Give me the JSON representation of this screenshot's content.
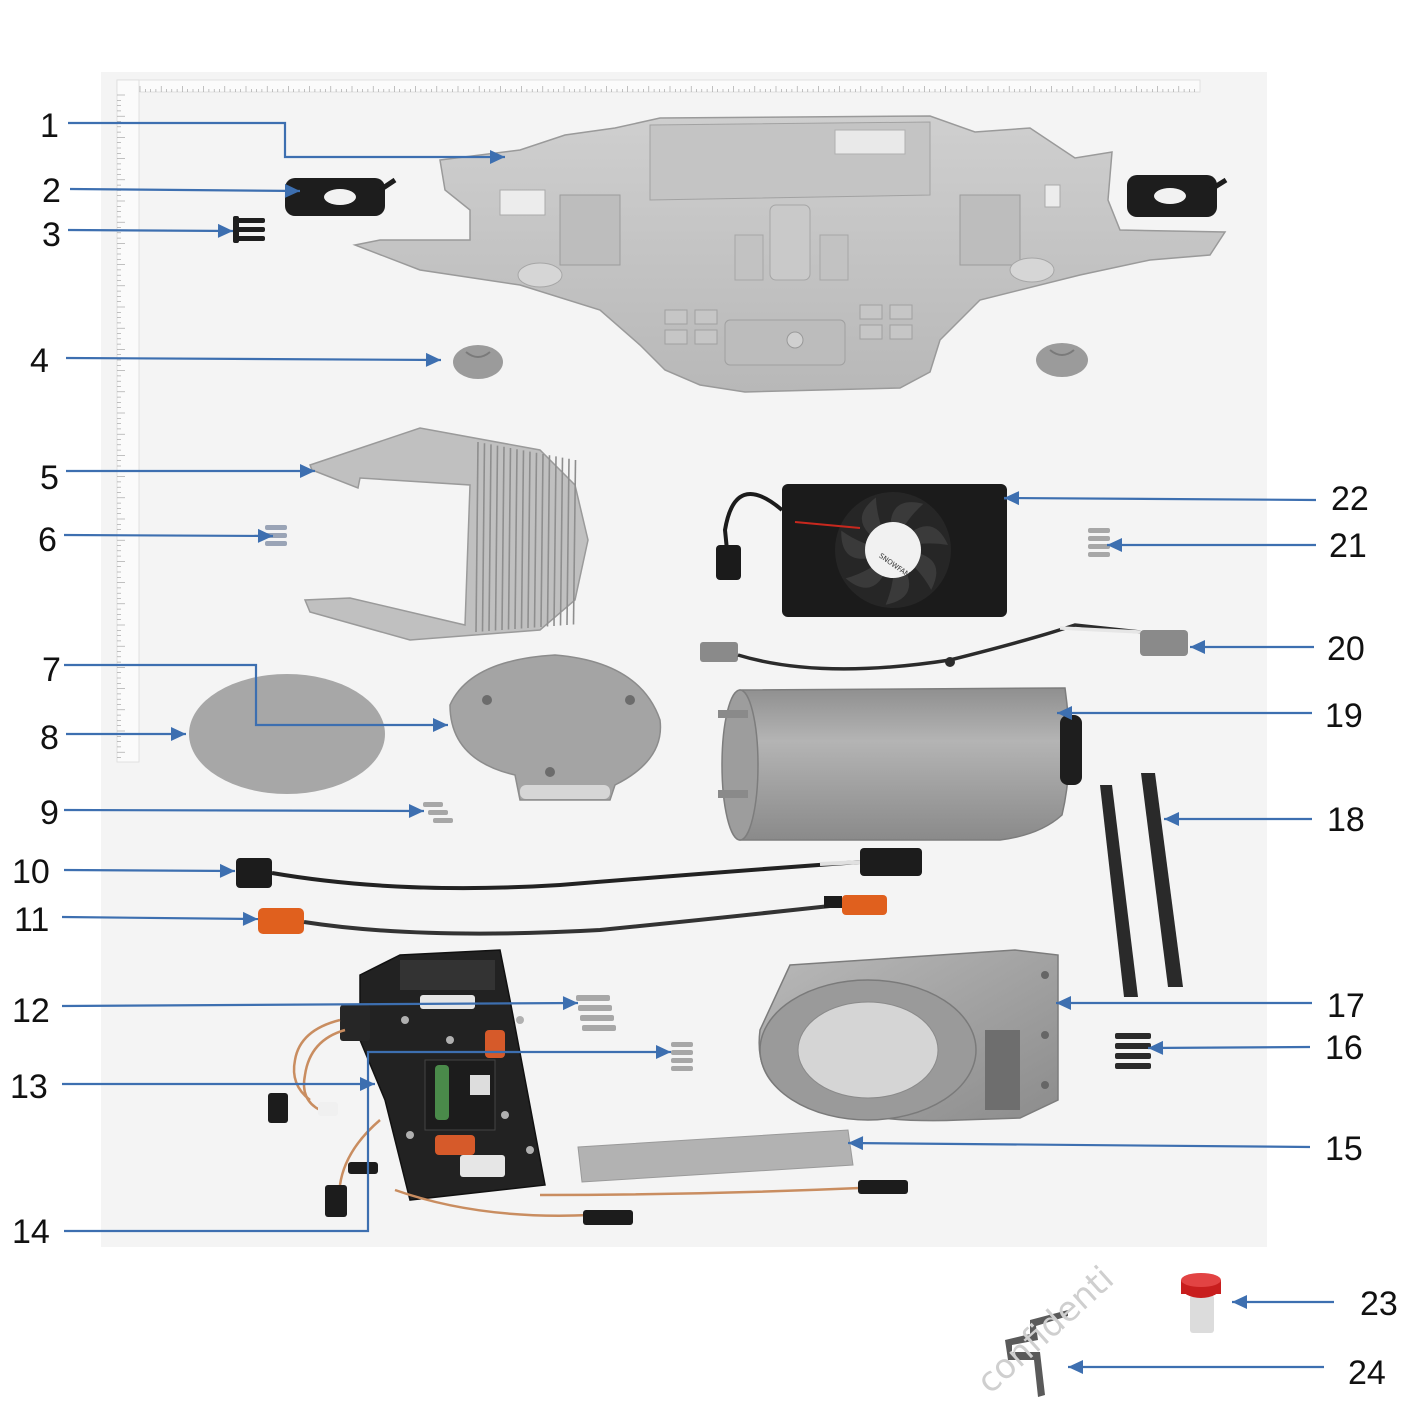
{
  "labels": [
    "1",
    "2",
    "3",
    "4",
    "5",
    "6",
    "7",
    "8",
    "9",
    "10",
    "11",
    "12",
    "13",
    "14",
    "15",
    "16",
    "17",
    "18",
    "19",
    "20",
    "21",
    "22",
    "23",
    "24"
  ],
  "watermark": "confidenti",
  "fan_brand": "SNOWFAN",
  "colors": {
    "leader": "#3d6fb0",
    "photo_bg": "#f4f4f4",
    "part_grey": "#a8a8a8",
    "part_dark": "#1e1e1e",
    "connector_orange": "#e0601e",
    "cap_red": "#c81e1e"
  }
}
